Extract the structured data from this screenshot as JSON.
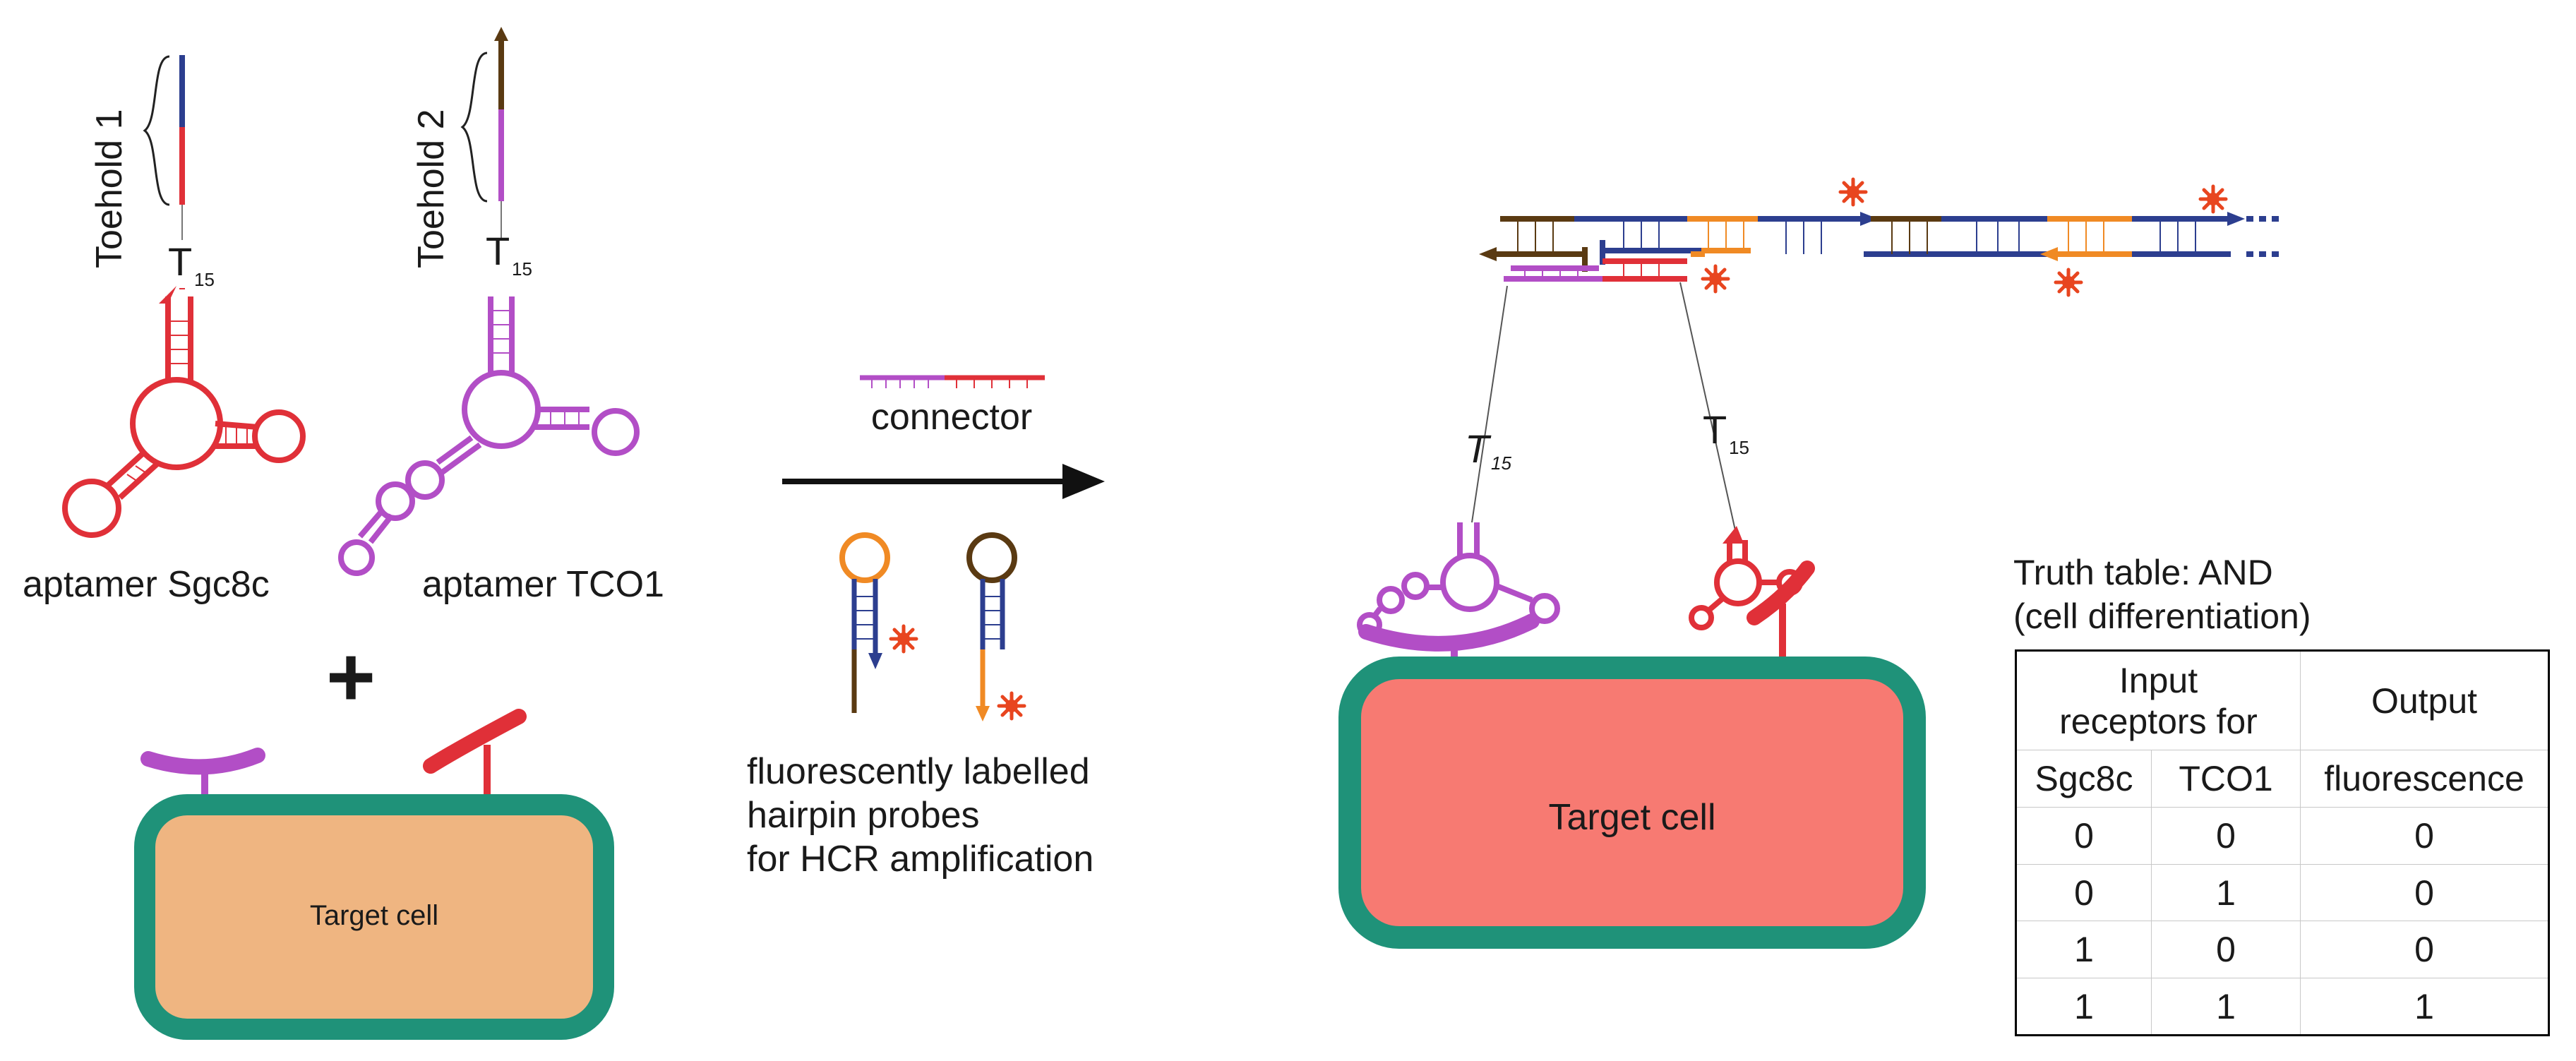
{
  "labels": {
    "toehold1": "Toehold 1",
    "toehold2": "Toehold 2",
    "t15": "T",
    "t15_sub": "15",
    "aptamer1": "aptamer Sgc8c",
    "aptamer2": "aptamer TCO1",
    "plus": "+",
    "target_cell_left": "Target cell",
    "connector": "connector",
    "probes_line1": "fluorescently labelled",
    "probes_line2": "hairpin probes",
    "probes_line3": "for HCR amplification",
    "target_cell_right": "Target cell"
  },
  "colors": {
    "red": "#e03038",
    "purple": "#b24ec6",
    "blue": "#2c3e8f",
    "orange": "#f08a24",
    "brown": "#5a3a12",
    "cell_border": "#1f9279",
    "cell_left_fill": "#efb581",
    "cell_right_fill": "#f77a72",
    "star": "#e8451f"
  },
  "truth_table": {
    "caption_line1": "Truth table: AND",
    "caption_line2": "(cell differentiation)",
    "header_input": "Input receptors for",
    "header_output": "Output",
    "col1": "Sgc8c",
    "col2": "TCO1",
    "col3": "fluorescence",
    "rows": [
      [
        "0",
        "0",
        "0"
      ],
      [
        "0",
        "1",
        "0"
      ],
      [
        "1",
        "0",
        "0"
      ],
      [
        "1",
        "1",
        "1"
      ]
    ]
  }
}
